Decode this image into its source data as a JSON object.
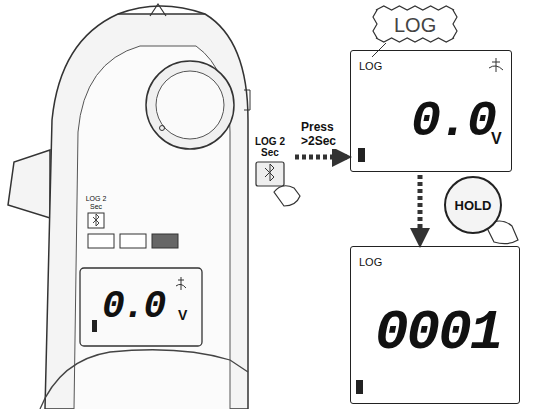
{
  "diagram": {
    "nodes": [
      {
        "text": [
          "0.0",
          "V"
        ]
      },
      {
        "text": [
          "LOG 2 Sec"
        ]
      },
      {
        "text": [
          "LOG",
          "0.0",
          "V"
        ]
      },
      {
        "text": [
          "LOG"
        ]
      },
      {
        "text": [
          "HOLD"
        ]
      },
      {
        "text": [
          "LOG",
          "0001"
        ]
      }
    ],
    "edges": [
      {
        "from": 1,
        "to": 2,
        "arrow": "to",
        "label": "Press >2Sec"
      },
      {
        "from": 2,
        "to": 5,
        "arrow": "to"
      }
    ],
    "labels": [
      "LOG 2 Sec"
    ]
  }
}
